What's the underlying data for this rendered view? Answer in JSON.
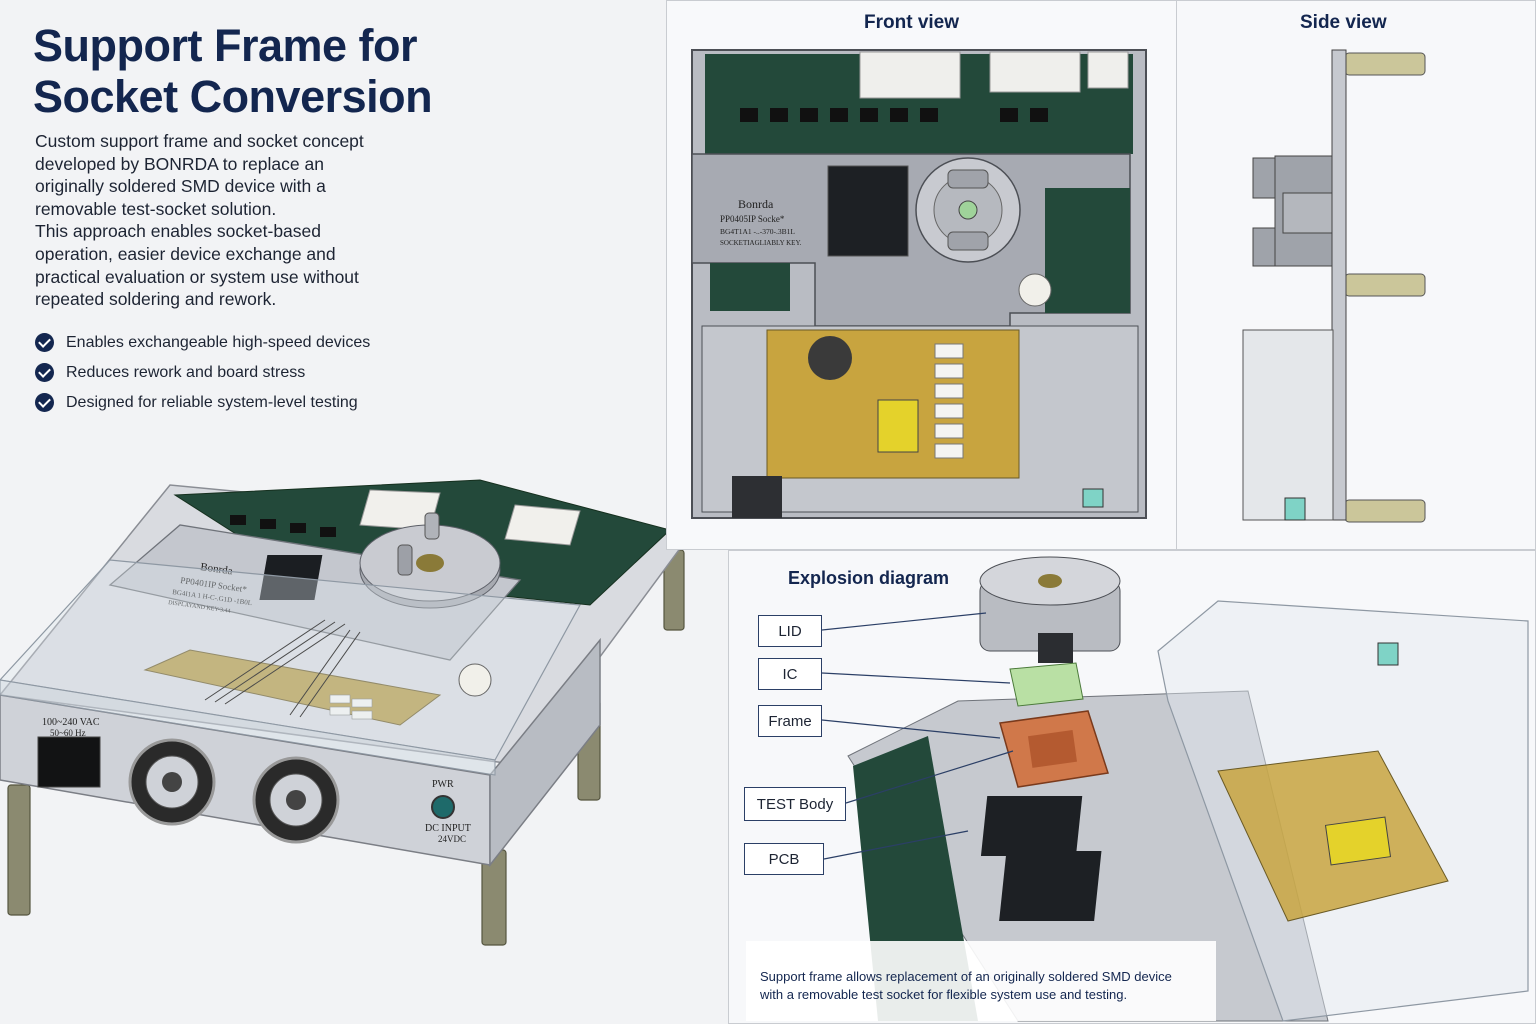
{
  "title_lines": [
    "Support Frame for",
    "Socket Conversion"
  ],
  "intro_lines": [
    "Custom support frame and socket concept",
    "developed by BONRDA to replace an",
    "originally soldered SMD device with a",
    "removable test-socket solution.",
    "This approach enables socket-based",
    "operation, easier device exchange and",
    "practical evaluation or system use without",
    "repeated soldering and rework."
  ],
  "bullets": [
    "Enables exchangeable high-speed devices",
    "Reduces rework and board stress",
    "Designed for reliable system-level testing"
  ],
  "front_view": {
    "title": "Front view",
    "plate_text": [
      "Bonrda",
      "PP0405IP Socke*",
      "BG4T1A1 -..-370-.3B1L",
      "SOCKETIAGLIABLY KEY."
    ]
  },
  "side_view": {
    "title": "Side view"
  },
  "iso_view": {
    "plate_text": [
      "Bonrda",
      "PP0401IP Socket*",
      "BG4I1A 1 H-C-.G1D -1B0L",
      "DISPLAYAND KEY-3.44"
    ],
    "power_text": [
      "100~240 VAC",
      "50~60 Hz"
    ],
    "pwr_label": "PWR",
    "dc_text": [
      "DC INPUT",
      "24VDC"
    ]
  },
  "explosion": {
    "title": "Explosion diagram",
    "labels": [
      "LID",
      "IC",
      "Frame",
      "TEST Body",
      "PCB"
    ],
    "caption_lines": [
      "Support frame allows replacement of an originally soldered SMD device",
      "with a removable test socket for flexible system use and testing."
    ]
  },
  "colors": {
    "navy": "#13264f",
    "pcb_green": "#23493a",
    "pcb_yellow": "#c8a43f",
    "frame_copper": "#d0784a",
    "ic_green": "#b9e0a4",
    "metal_plate": "#b7bac2"
  }
}
